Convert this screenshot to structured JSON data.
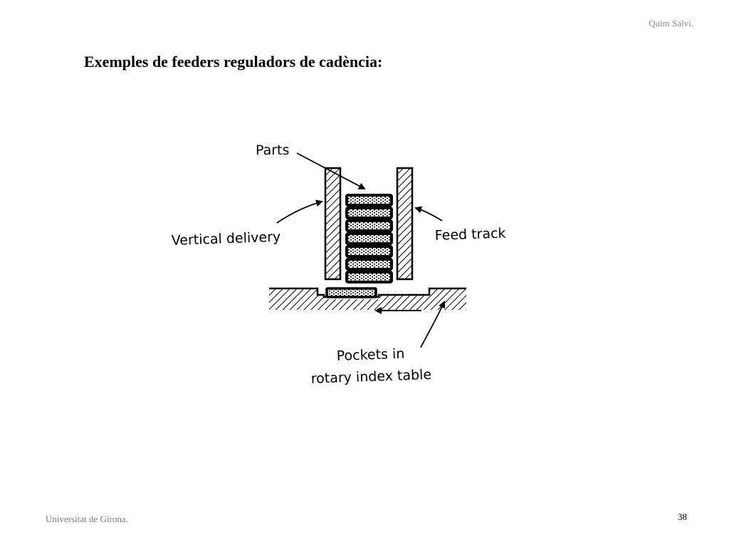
{
  "header": {
    "author": "Quim Salvi."
  },
  "slide": {
    "title": "Exemples de feeders reguladors de cadència:"
  },
  "diagram": {
    "labels": {
      "parts": "Parts",
      "vertical_delivery": "Vertical delivery",
      "feed_track": "Feed track",
      "pockets_line1": "Pockets in",
      "pockets_line2": "rotary index table"
    },
    "part_count_in_stack": 7,
    "part_count_in_pocket": 1
  },
  "footer": {
    "institution": "Universitat de Girona.",
    "page_number": "38"
  }
}
